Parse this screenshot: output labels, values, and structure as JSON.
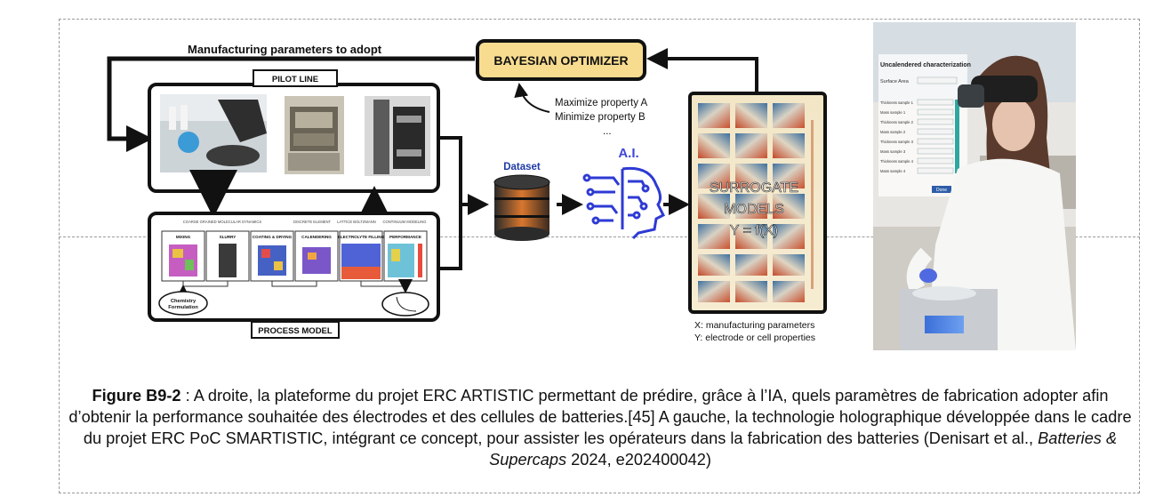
{
  "diagram": {
    "manufacturing_label": "Manufacturing parameters to adopt",
    "optimizer_label": "BAYESIAN OPTIMIZER",
    "pilot_line_label": "PILOT LINE",
    "process_model_label": "PROCESS MODEL",
    "process_scales": [
      "COARSE GRAINED MOLECULAR DYNAMICS",
      "DISCRETE ELEMENT",
      "LATTICE BOLTZMANN",
      "CONTINUUM MODELING"
    ],
    "process_steps": [
      "MIXING",
      "SLURRY",
      "COATING & DRYING",
      "CALENDERING",
      "ELECTROLYTE FILLING",
      "PERFORMANCE"
    ],
    "chemistry_label_1": "Chemistry",
    "chemistry_label_2": "Formulation",
    "dataset_label": "Dataset",
    "ai_label": "A.I.",
    "objective_1": "Maximize property A",
    "objective_2": "Minimize property B",
    "objective_more": "...",
    "surrogate_line1": "SURROGATE",
    "surrogate_line2": "MODELS",
    "surrogate_line3": "Y = f(X)",
    "legend_x": "X: manufacturing parameters",
    "legend_y": "Y: electrode or cell properties"
  },
  "photo": {
    "screen_title": "Uncalendered characterization",
    "surface_label": "Surface Area",
    "field_labels": [
      "Thickness sample 1",
      "Mass sample 1",
      "Thickness sample 2",
      "Mass sample 2",
      "Thickness sample 3",
      "Mass sample 3",
      "Thickness sample 4",
      "Mass sample 4"
    ],
    "done_label": "Done"
  },
  "caption": {
    "figure_label": "Figure B9-2",
    "text_1": " : A droite, la plateforme du projet ERC ARTISTIC permettant de prédire, grâce à l’IA, quels paramètres de fabrication adopter afin d’obtenir la performance souhaitée des électrodes et des cellules de batteries.[45] A gauche, la technologie holographique développée dans le cadre du projet ERC PoC SMARTISTIC, intégrant ce concept, pour assister les opérateurs dans la fabrication des batteries (Denisart et al., ",
    "journal": "Batteries & Supercaps",
    "text_2": " 2024, e202400042)"
  }
}
